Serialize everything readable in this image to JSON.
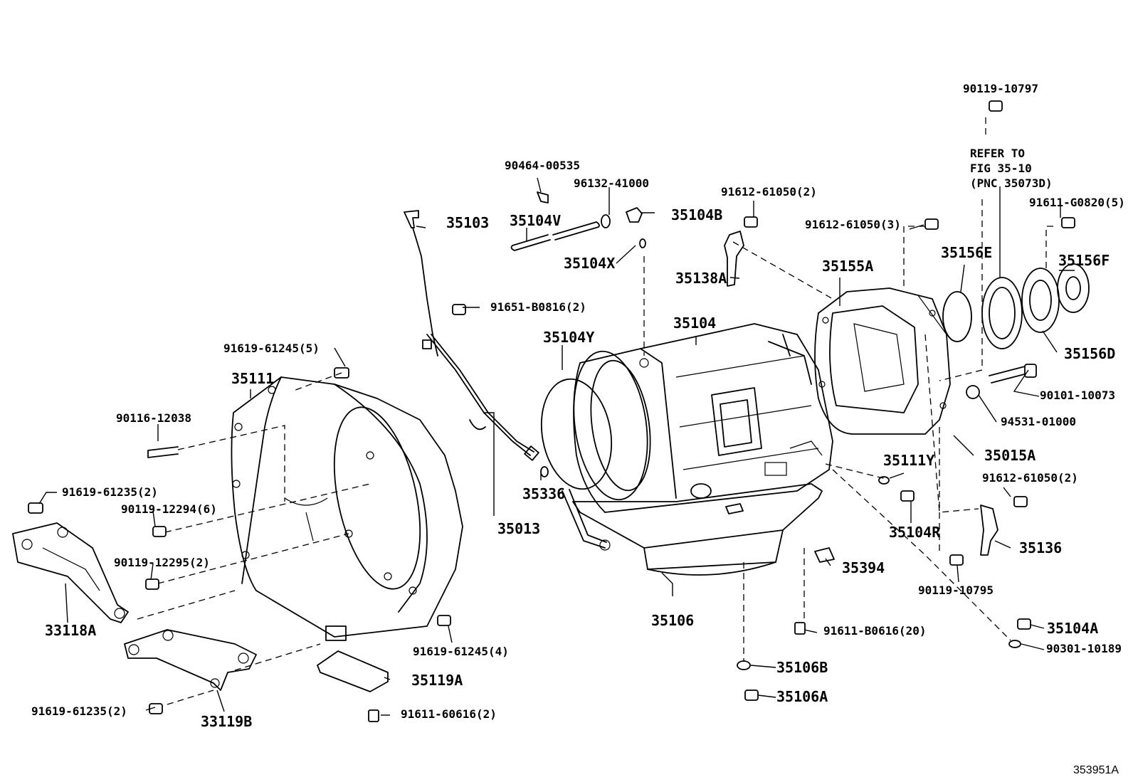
{
  "diagram": {
    "figure_id": "353951A",
    "note": "REFER TO\nFIG 35-10\n(PNC 35073D)",
    "labels": {
      "p90119_10797": "90119-10797",
      "p90464_00535": "90464-00535",
      "p96132_41000": "96132-41000",
      "p91612_61050_2a": "91612-61050(2)",
      "p91611_G0820_5": "91611-G0820(5)",
      "p35103": "35103",
      "p35104V": "35104V",
      "p35104B": "35104B",
      "p91612_61050_3": "91612-61050(3)",
      "p35156E": "35156E",
      "p35156F": "35156F",
      "p35104X": "35104X",
      "p35138A": "35138A",
      "p35155A": "35155A",
      "p91651_B0816_2": "91651-B0816(2)",
      "p35104": "35104",
      "p35156D": "35156D",
      "p35104Y": "35104Y",
      "p91619_61245_5": "91619-61245(5)",
      "p35111": "35111",
      "p90101_10073": "90101-10073",
      "p94531_01000": "94531-01000",
      "p90116_12038": "90116-12038",
      "p35015A": "35015A",
      "p35111Y": "35111Y",
      "p91612_61050_2b": "91612-61050(2)",
      "p91619_61235_2a": "91619-61235(2)",
      "p35336": "35336",
      "p90119_12294_6": "90119-12294(6)",
      "p35104R": "35104R",
      "p35013": "35013",
      "p35136": "35136",
      "p90119_12295_2": "90119-12295(2)",
      "p35394": "35394",
      "p90119_10795": "90119-10795",
      "p35106": "35106",
      "p33118A": "33118A",
      "p35104A": "35104A",
      "p91611_B0616_20": "91611-B0616(20)",
      "p91619_61245_4": "91619-61245(4)",
      "p90301_10189": "90301-10189",
      "p35106B": "35106B",
      "p35119A": "35119A",
      "p91611_60616_2": "91611-60616(2)",
      "p91619_61235_2b": "91619-61235(2)",
      "p33119B": "33119B",
      "p35106A": "35106A"
    }
  }
}
